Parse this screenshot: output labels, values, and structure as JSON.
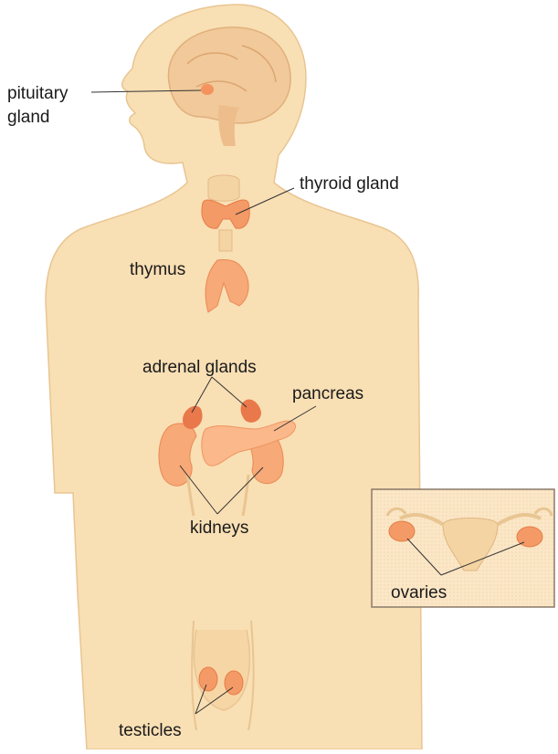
{
  "labels": {
    "pituitary_line1": "pituitary",
    "pituitary_line2": "gland",
    "thyroid": "thyroid gland",
    "thymus": "thymus",
    "adrenal": "adrenal glands",
    "pancreas": "pancreas",
    "kidneys": "kidneys",
    "ovaries": "ovaries",
    "testicles": "testicles"
  },
  "colors": {
    "skin": "#f9dfb4",
    "skin_outline": "#e8c592",
    "brain": "#f1c99a",
    "organ": "#f49a66",
    "organ_dark": "#e56e3d",
    "organ_light": "#fbb88a",
    "inset_fill": "#fbe6c5",
    "inset_border": "#8a7a6a",
    "line": "#333333"
  }
}
